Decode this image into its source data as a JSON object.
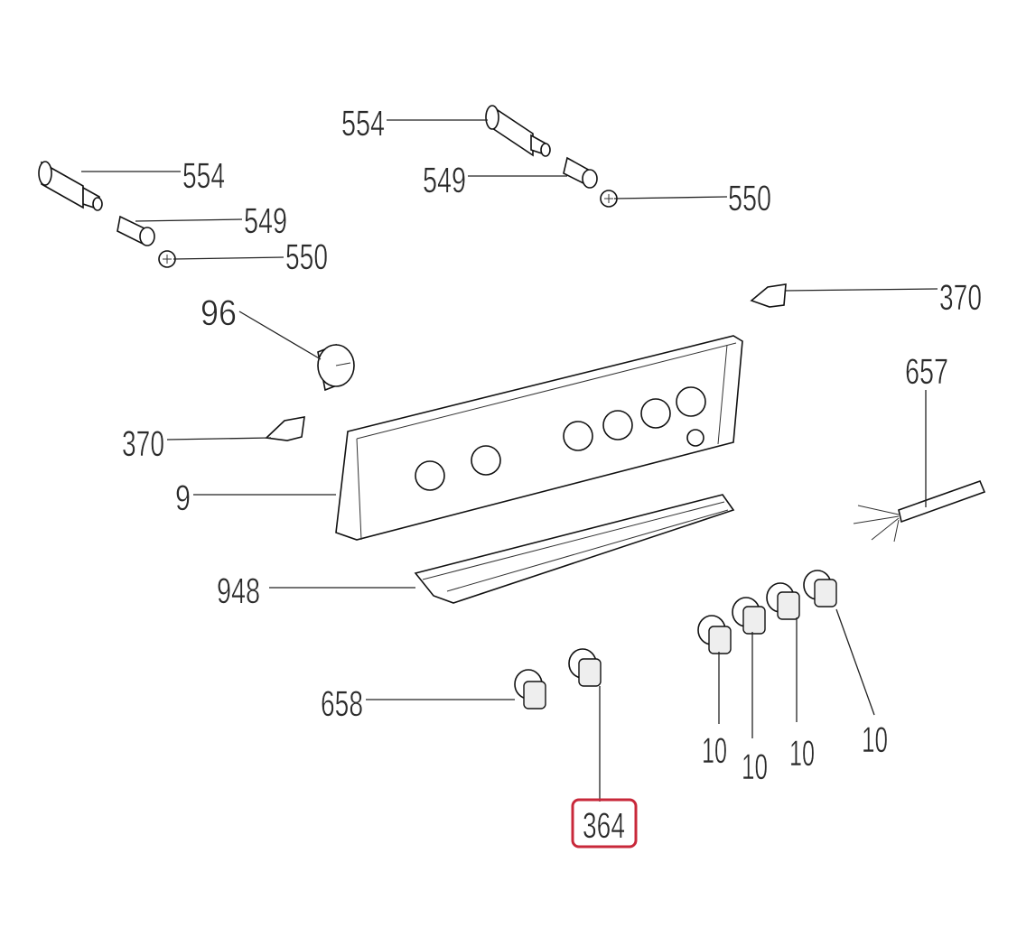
{
  "diagram": {
    "title": "Control panel exploded parts diagram",
    "highlight_color": "#c8283a",
    "labels": {
      "knob_extension_top": "554",
      "sleeve_top": "549",
      "screw_top": "550",
      "knob_extension_left": "554",
      "sleeve_left": "549",
      "screw_left": "550",
      "clip_right": "370",
      "cable": "657",
      "timer_knob": "96",
      "clip_left": "370",
      "control_panel": "9",
      "panel_trim": "948",
      "knob_658": "658",
      "knob_364": "364",
      "knob_10_a": "10",
      "knob_10_b": "10",
      "knob_10_c": "10",
      "knob_10_d": "10"
    }
  }
}
